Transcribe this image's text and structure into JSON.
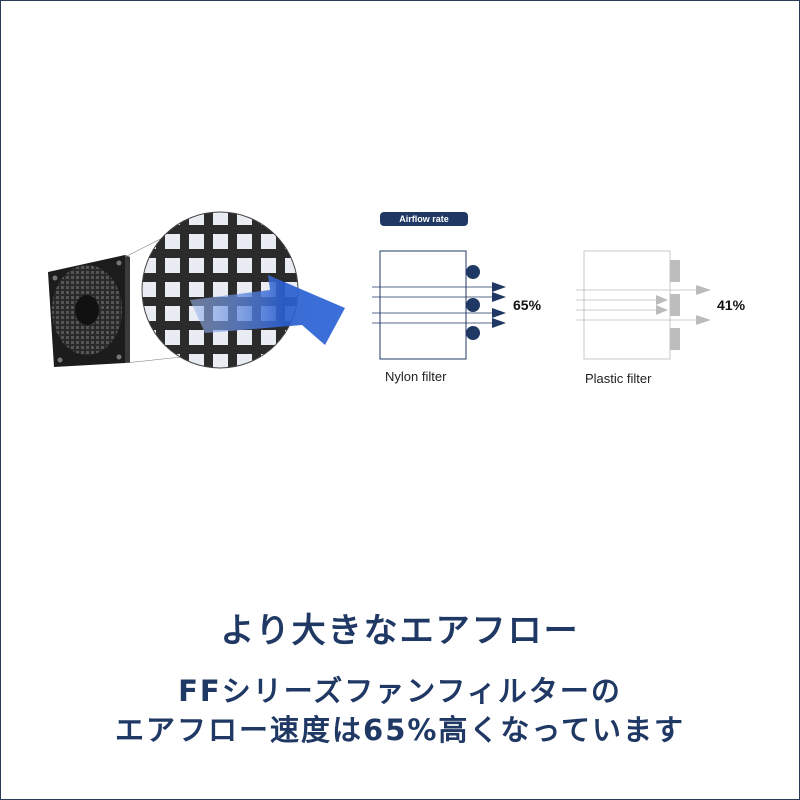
{
  "diagram": {
    "badge": "Airflow rate",
    "nylon": {
      "label": "Nylon filter",
      "percent": "65%"
    },
    "plastic": {
      "label": "Plastic filter",
      "percent": "41%"
    },
    "colors": {
      "navy": "#1f3864",
      "gray": "#bfbfbf",
      "blue": "#2a63d6"
    }
  },
  "text": {
    "headline": "より大きなエアフロー",
    "line1": "FFシリーズファンフィルターの",
    "line2": "エアフロー速度は65%高くなっています"
  }
}
